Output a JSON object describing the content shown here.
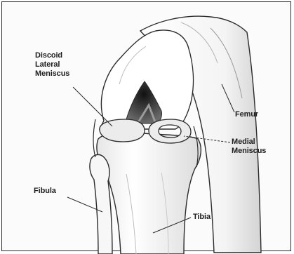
{
  "labels": {
    "discoid_lateral_meniscus": [
      "Discoid",
      "Lateral",
      "Meniscus"
    ],
    "femur": "Femur",
    "medial_meniscus": [
      "Medial",
      "Meniscus"
    ],
    "fibula": "Fibula",
    "tibia": "Tibia"
  },
  "colors": {
    "line": "#2b2b2b",
    "bone_fill": "#ffffff",
    "shade": "#d8d8d8",
    "dark_notch": "#3a3a3a",
    "meniscus_fill": "#ececec"
  }
}
